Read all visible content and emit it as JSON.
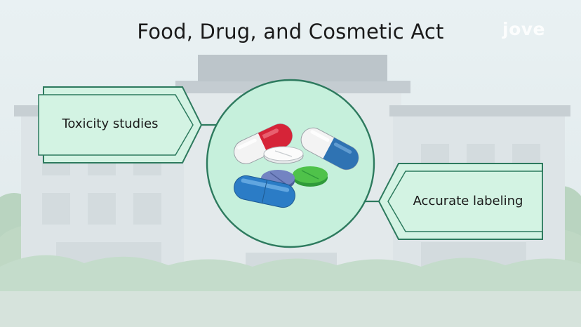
{
  "title": "Food, Drug, and Cosmetic Act",
  "logo": "jove",
  "boxes": {
    "left": "Toxicity studies",
    "right": "Accurate labeling"
  },
  "center_icon": "pills-icon",
  "colors": {
    "box_fill": "#d3f3e3",
    "box_border": "#2d7a5e",
    "circle_fill": "#c6f0dc",
    "circle_border": "#2d7a5e"
  }
}
